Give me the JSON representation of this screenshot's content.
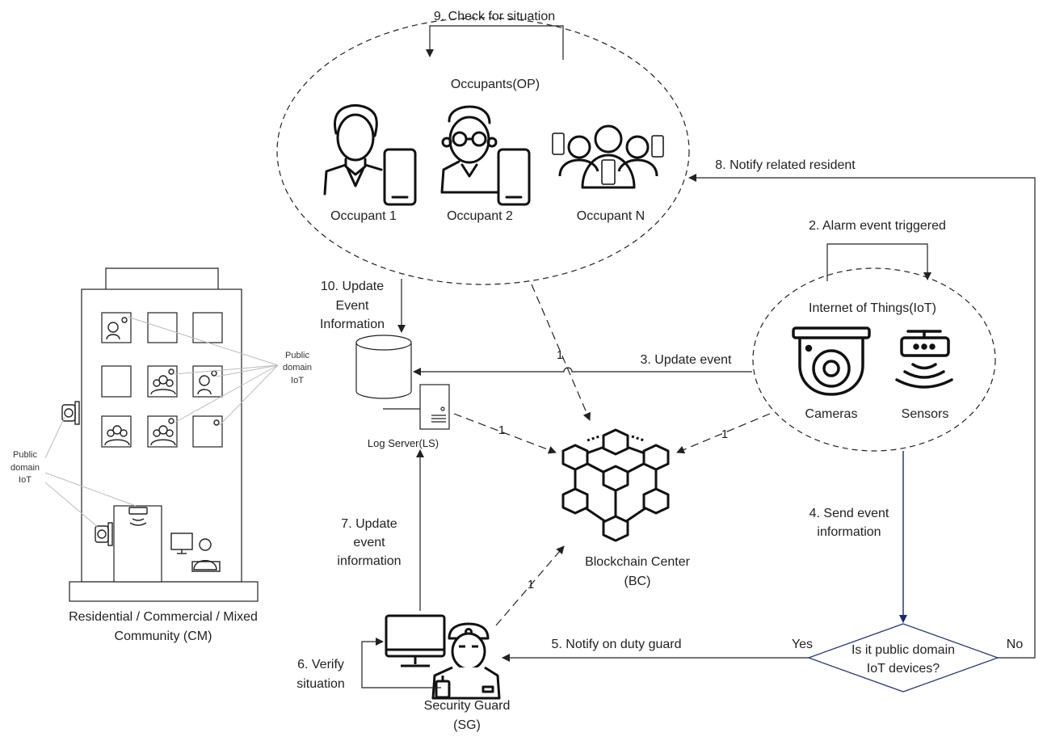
{
  "occupants": {
    "title": "Occupants(OP)",
    "o1": "Occupant 1",
    "o2": "Occupant 2",
    "oN": "Occupant N"
  },
  "iot": {
    "title": "Internet of Things(IoT)",
    "cameras": "Cameras",
    "sensors": "Sensors"
  },
  "log_server": "Log Server(LS)",
  "blockchain": {
    "line1": "Blockchain Center",
    "line2": "(BC)"
  },
  "guard": {
    "line1": "Security Guard",
    "line2": "(SG)"
  },
  "community": {
    "line1": "Residential / Commercial / Mixed",
    "line2": "Community (CM)"
  },
  "public_iot_right": [
    "Public",
    "domain",
    "IoT"
  ],
  "public_iot_left": [
    "Public",
    "domain",
    "IoT"
  ],
  "decision": {
    "line1": "Is it public domain",
    "line2": "IoT devices?",
    "yes": "Yes",
    "no": "No"
  },
  "steps": {
    "s2": "2. Alarm event triggered",
    "s3": "3. Update event",
    "s4a": "4. Send event",
    "s4b": "information",
    "s5": "5. Notify on duty guard",
    "s6a": "6. Verify",
    "s6b": "situation",
    "s7a": "7. Update",
    "s7b": "event",
    "s7c": "information",
    "s8": "8. Notify related resident",
    "s9": "9. Check for situation",
    "s10a": "10. Update",
    "s10b": "Event",
    "s10c": "Information"
  },
  "edge_marks": {
    "op_bc": "1",
    "ls_bc": "1",
    "iot_bc": "1",
    "sg_bc": "1"
  },
  "colors": {
    "line": "#222222",
    "flow_blue": "#1a2a6c",
    "diamond": "#2a3a7a",
    "faint": "#bbbbbb"
  }
}
